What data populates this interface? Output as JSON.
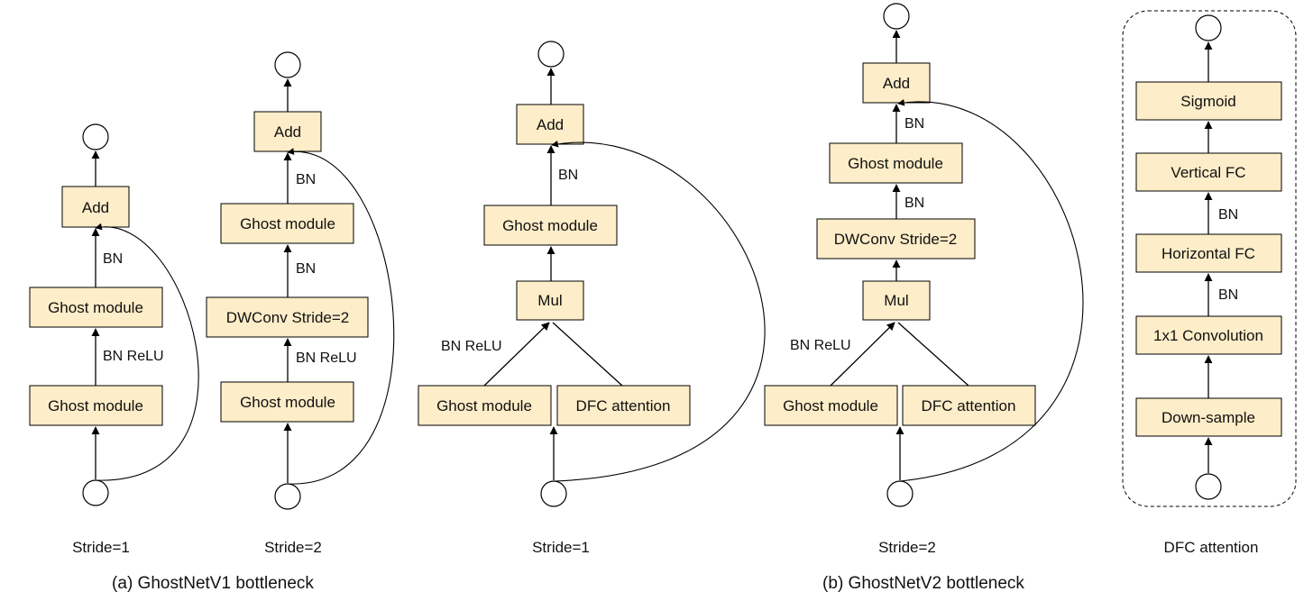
{
  "colors": {
    "box_fill": "#fdedc8",
    "stroke": "#000000",
    "background": "#ffffff"
  },
  "v1_s1": {
    "add": "Add",
    "bn_top": "BN",
    "ghost_top": "Ghost module",
    "bn_relu": "BN ReLU",
    "ghost_bottom": "Ghost module",
    "caption": "Stride=1"
  },
  "v1_s2": {
    "add": "Add",
    "bn_top": "BN",
    "ghost_top": "Ghost module",
    "bn_mid": "BN",
    "dwconv": "DWConv Stride=2",
    "bn_relu": "BN ReLU",
    "ghost_bottom": "Ghost module",
    "caption": "Stride=2"
  },
  "v2_s1": {
    "add": "Add",
    "bn_top": "BN",
    "ghost_top": "Ghost module",
    "mul": "Mul",
    "bn_relu": "BN ReLU",
    "ghost_bottom": "Ghost module",
    "dfc": "DFC attention",
    "caption": "Stride=1"
  },
  "v2_s2": {
    "add": "Add",
    "bn_top": "BN",
    "ghost_top": "Ghost module",
    "bn_mid": "BN",
    "dwconv": "DWConv Stride=2",
    "mul": "Mul",
    "bn_relu": "BN ReLU",
    "ghost_bottom": "Ghost module",
    "dfc": "DFC attention",
    "caption": "Stride=2"
  },
  "dfc_panel": {
    "sigmoid": "Sigmoid",
    "vertical_fc": "Vertical FC",
    "bn_upper": "BN",
    "horizontal_fc": "Horizontal FC",
    "bn_lower": "BN",
    "conv": "1x1 Convolution",
    "downsample": "Down-sample",
    "caption": "DFC attention"
  },
  "titles": {
    "a": "(a) GhostNetV1 bottleneck",
    "b": "(b) GhostNetV2 bottleneck"
  }
}
